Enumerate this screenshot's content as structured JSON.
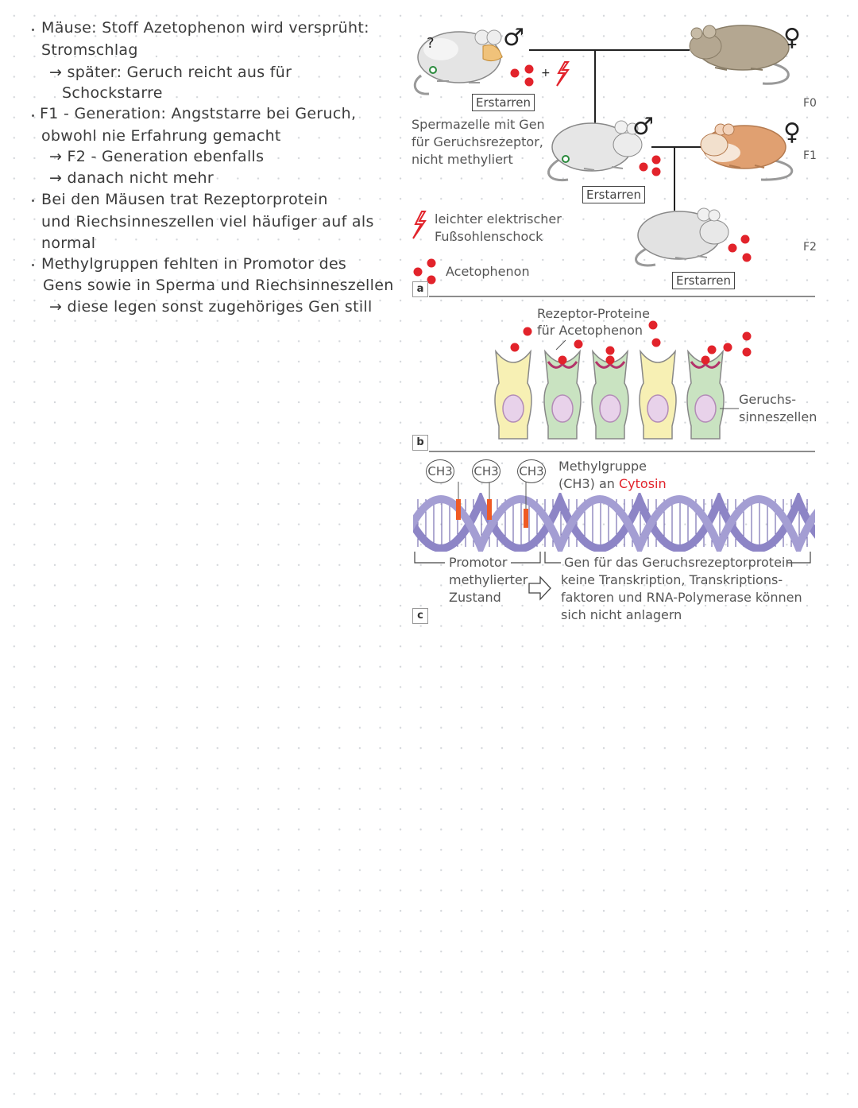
{
  "notes": {
    "lines": [
      "Mäuse: Stoff Azetophenon wird versprüht:",
      "Stromschlag",
      "→ später: Geruch reicht aus für",
      "Schockstarre",
      "F1 - Generation: Angststarre bei Geruch,",
      "obwohl nie Erfahrung gemacht",
      "→ F2 - Generation ebenfalls",
      "→ danach nicht mehr",
      "Bei den Mäusen trat Rezeptorprotein",
      "und Riechsinneszellen viel häufiger auf als",
      "normal",
      "Methylgruppen fehlten in Promotor des",
      "Gens sowie in Sperma und Riechsinneszellen",
      "→ diese legen sonst zugehöriges Gen still"
    ]
  },
  "figure": {
    "panel_a": {
      "tag": "a",
      "freeze_label": "Erstarren",
      "question_mark": "?",
      "plus": "+",
      "sperm_caption": [
        "Spermazelle mit Gen",
        "für Geruchsrezeptor,",
        "nicht methyliert"
      ],
      "shock_caption": [
        "leichter elektrischer",
        "Fußsohlenschock"
      ],
      "odor_caption": "Acetophenon",
      "male_symbol": "♂",
      "female_symbol": "♀",
      "gen_f0": "F0",
      "gen_f1": "F1",
      "gen_f2": "F2"
    },
    "panel_b": {
      "tag": "b",
      "receptor_caption": [
        "Rezeptor-Proteine",
        "für Acetophenon"
      ],
      "cells_caption": [
        "Geruchs-",
        "sinneszellen"
      ]
    },
    "panel_c": {
      "tag": "c",
      "methyl_mark": "CH3",
      "methyl_caption_1": "Methylgruppe",
      "methyl_caption_2_prefix": "(CH3) an ",
      "methyl_caption_2_highlight": "Cytosin",
      "promoter_label": "Promotor",
      "state_caption": [
        "methylierter",
        "Zustand"
      ],
      "gene_label": "Gen für das Geruchsrezeptorprotein",
      "result_caption": [
        "keine Transkription, Transkriptions-",
        "faktoren und RNA-Polymerase können",
        "sich nicht anlagern"
      ]
    },
    "colors": {
      "red": "#e2232b",
      "dna": "#8d85c6",
      "dna_dark": "#5f56a3",
      "cell_yellow": "#f7f0b4",
      "cell_green": "#c9e3c1",
      "nucleus": "#e8d2ea"
    }
  }
}
